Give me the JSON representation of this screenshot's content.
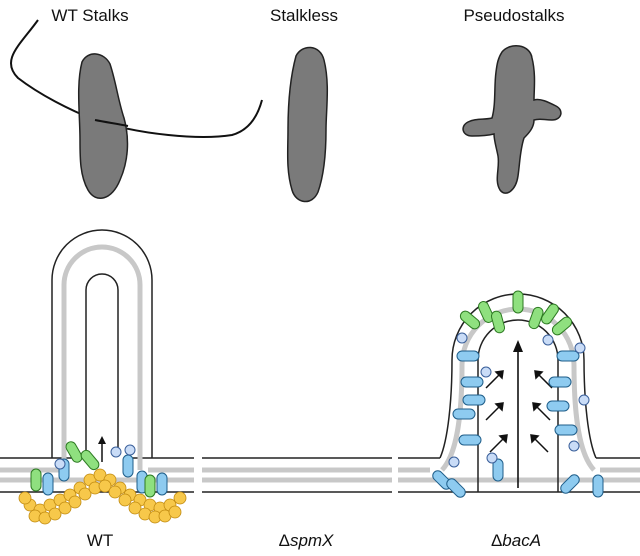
{
  "top_labels": {
    "wt": "WT Stalks",
    "stalkless": "Stalkless",
    "pseudo": "Pseudostalks"
  },
  "bottom_labels": {
    "wt": "WT",
    "spmx_delta": "Δ",
    "spmx_gene": "spmX",
    "baca_delta": "Δ",
    "baca_gene": "bacA"
  },
  "colors": {
    "cell_fill": "#7a7a7a",
    "membrane_gray": "#c8c8c8",
    "protein_blue": "#8ecbf0",
    "protein_green": "#8fe07f",
    "yellow_cluster": "#f7c84a",
    "outline": "#222222"
  }
}
